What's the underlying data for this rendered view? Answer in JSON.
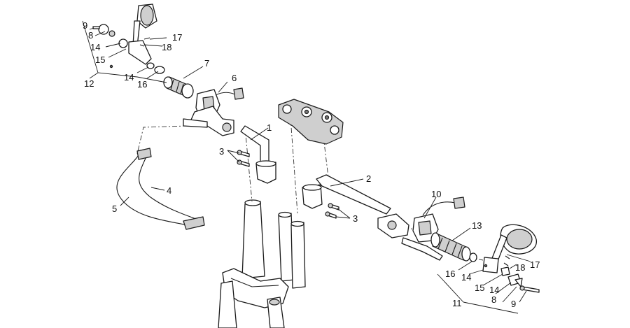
{
  "callouts": {
    "c1": "1",
    "c2": "2",
    "c3a": "3",
    "c3b": "3",
    "c4": "4",
    "c5": "5",
    "c6": "6",
    "c7": "7",
    "c8a": "8",
    "c8b": "8",
    "c9a": "9",
    "c9b": "9",
    "c10": "10",
    "c11": "11",
    "c12": "12",
    "c13": "13",
    "c14a": "14",
    "c14b": "14",
    "c14c": "14",
    "c14d": "14",
    "c15a": "15",
    "c15b": "15",
    "c16a": "16",
    "c16b": "16",
    "c17a": "17",
    "c17b": "17",
    "c18a": "18",
    "c18b": "18"
  }
}
